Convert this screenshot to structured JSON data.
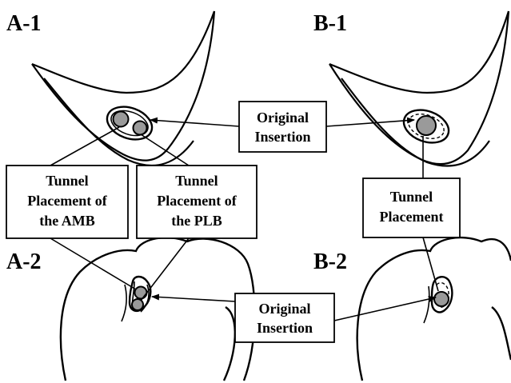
{
  "panels": {
    "a1": "A-1",
    "a2": "A-2",
    "b1": "B-1",
    "b2": "B-2"
  },
  "labels": {
    "original_insertion_top": [
      "Original",
      "Insertion"
    ],
    "tunnel_amb": [
      "Tunnel",
      "Placement of",
      "the AMB"
    ],
    "tunnel_plb": [
      "Tunnel",
      "Placement of",
      "the PLB"
    ],
    "tunnel_placement": [
      "Tunnel",
      "Placement"
    ],
    "original_insertion_bottom": [
      "Original",
      "Insertion"
    ]
  },
  "colors": {
    "stroke": "#000000",
    "marker_fill": "#9a9a9a",
    "background": "#ffffff"
  }
}
